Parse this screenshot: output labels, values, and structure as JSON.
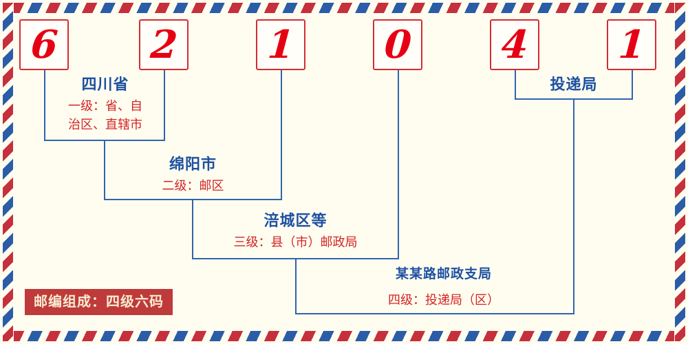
{
  "postal_code": {
    "digits": [
      "6",
      "2",
      "1",
      "0",
      "4",
      "1"
    ]
  },
  "labels": {
    "level1_title": "四川省",
    "level1_desc": "一级：省、自治区、直辖市",
    "level2_title": "绵阳市",
    "level2_desc": "二级：邮区",
    "level3_title": "涪城区等",
    "level3_desc": "三级：县（市）邮政局",
    "level4_top_title": "投递局",
    "level4_title": "某某路邮政支局",
    "level4_desc": "四级：投递局（区）"
  },
  "badge": {
    "text": "邮编组成：四级六码"
  },
  "colors": {
    "background": "#fffdf0",
    "digit_red": "#e60014",
    "title_blue": "#1d50a2",
    "desc_red": "#d22424",
    "line_blue": "#2e64ae",
    "stripe_red": "#c5303c",
    "stripe_blue": "#2b5ca8",
    "badge_background": "#bf3a3a",
    "badge_text": "#f7ecd2"
  }
}
